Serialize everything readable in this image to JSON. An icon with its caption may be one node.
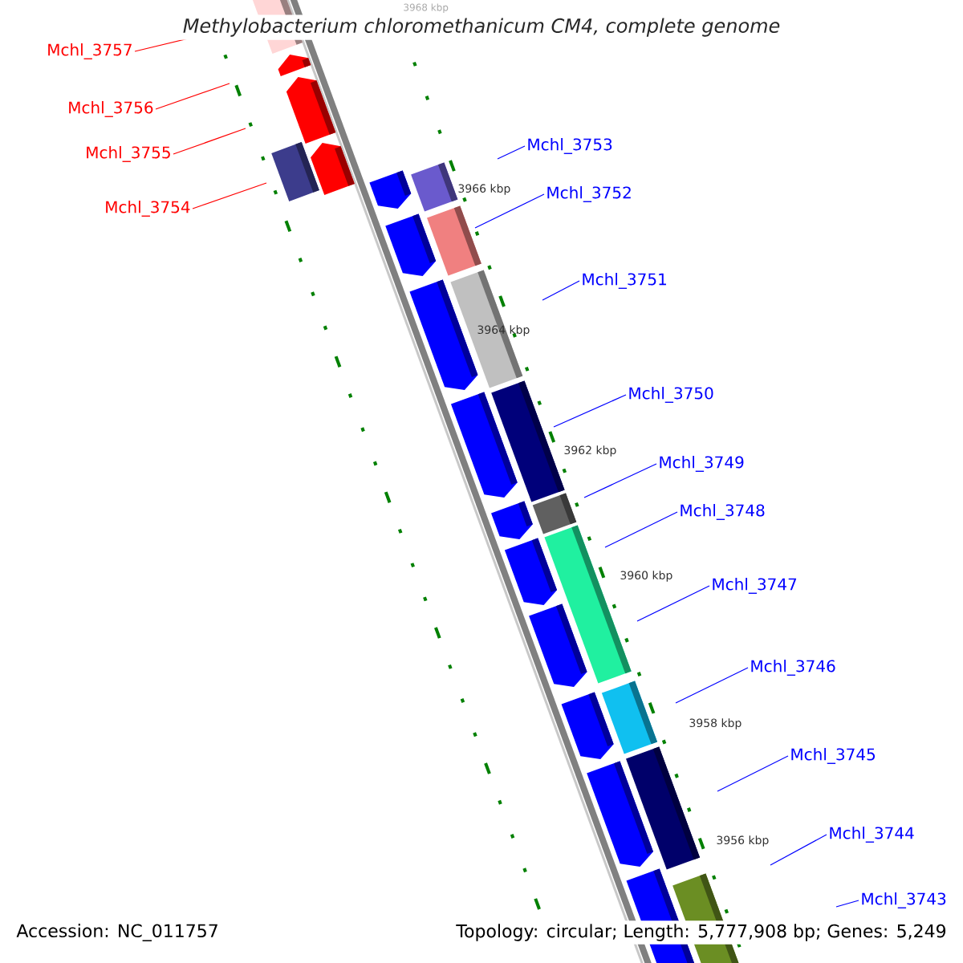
{
  "diagram": {
    "title": "Methylobacterium chloromethanicum CM4, complete genome",
    "nodes": [
      {
        "text": [
          "Mchl_3757"
        ]
      },
      {
        "text": [
          "Mchl_3756"
        ]
      },
      {
        "text": [
          "Mchl_3753"
        ]
      },
      {
        "text": [
          "Mchl_3755"
        ]
      },
      {
        "text": [
          "Mchl_3752"
        ]
      },
      {
        "text": [
          "Mchl_3754"
        ]
      },
      {
        "text": [
          "Mchl_3751"
        ]
      },
      {
        "text": [
          "Mchl_3750"
        ]
      },
      {
        "text": [
          "Mchl_3749"
        ]
      },
      {
        "text": [
          "Mchl_3748"
        ]
      },
      {
        "text": [
          "Mchl_3747"
        ]
      },
      {
        "text": [
          "Mchl_3746"
        ]
      },
      {
        "text": [
          "Mchl_3745"
        ]
      },
      {
        "text": [
          "Mchl_3744"
        ]
      },
      {
        "text": [
          "Mchl_3743"
        ]
      }
    ],
    "edges": [
      {
        "from": 0,
        "to": null,
        "arrow": "none",
        "color": "#ff0000"
      },
      {
        "from": 1,
        "to": null,
        "arrow": "none",
        "color": "#ff0000"
      },
      {
        "from": 2,
        "to": null,
        "arrow": "none"
      },
      {
        "from": 3,
        "to": null,
        "arrow": "none",
        "color": "#ff0000"
      },
      {
        "from": 4,
        "to": null,
        "arrow": "none"
      },
      {
        "from": 5,
        "to": null,
        "arrow": "none",
        "color": "#ff0000"
      },
      {
        "from": 6,
        "to": null,
        "arrow": "none"
      },
      {
        "from": 7,
        "to": null,
        "arrow": "none"
      },
      {
        "from": 8,
        "to": null,
        "arrow": "none"
      },
      {
        "from": 9,
        "to": null,
        "arrow": "none"
      },
      {
        "from": 10,
        "to": null,
        "arrow": "none"
      },
      {
        "from": 11,
        "to": null,
        "arrow": "none"
      },
      {
        "from": 12,
        "to": null,
        "arrow": "none"
      },
      {
        "from": 13,
        "to": null,
        "arrow": "none"
      },
      {
        "from": 14,
        "to": null,
        "arrow": "none"
      }
    ],
    "labels": [
      "3968 kbp",
      "3966 kbp",
      "3964 kbp",
      "3962 kbp",
      "3960 kbp",
      "3958 kbp",
      "3956 kbp",
      "Accession: NC_011757",
      "Topology: circular; Length: 5,777,908 bp; Genes: 5,249"
    ]
  }
}
